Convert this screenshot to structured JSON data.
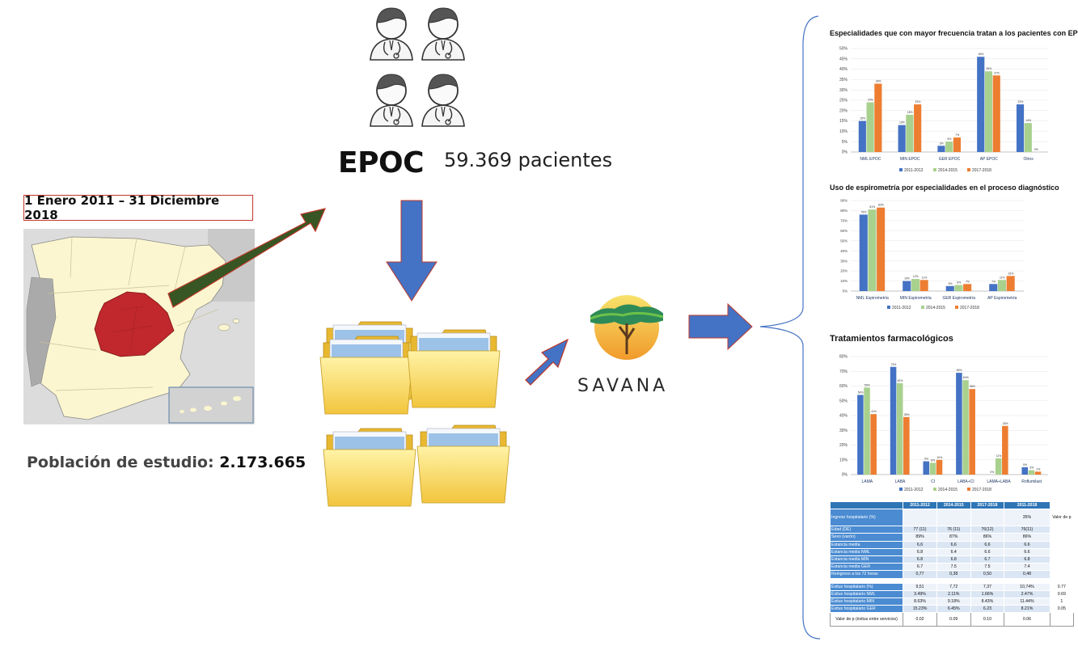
{
  "left": {
    "date_range": "1 Enero 2011 – 31 Diciembre 2018",
    "population_label": "Población de estudio:",
    "population_value": "2.173.665"
  },
  "center": {
    "epoc_title": "EPOC",
    "patients": "59.369 pacientes",
    "brand": "SAVANA"
  },
  "icons": {
    "doctor": "doctor-icon",
    "folder": "folder-icon",
    "map": "spain-map-icon",
    "logo": "savana-logo-icon"
  },
  "colors": {
    "s2011": "#4472c4",
    "s2014": "#a9d18e",
    "s2017": "#ed7d31",
    "flow_arrow": "#4472c4",
    "map_arrow": "#375623",
    "region": "#c0282d"
  },
  "chart_data": [
    {
      "type": "bar",
      "title": "Especialidades que con mayor frecuencia tratan a los pacientes con EPOC",
      "categories": [
        "NML EPOC",
        "MIN EPOC",
        "GER EPOC",
        "AP EPOC",
        "Otros"
      ],
      "series": [
        {
          "name": "2011-2012",
          "values": [
            15,
            13,
            3,
            46,
            23
          ]
        },
        {
          "name": "2014-2015",
          "values": [
            24,
            18,
            5,
            39,
            14
          ]
        },
        {
          "name": "2017-2018",
          "values": [
            33,
            23,
            7,
            37,
            0
          ]
        }
      ],
      "value_labels": [
        [
          "15%",
          "13%",
          "3%",
          "46%",
          "23%"
        ],
        [
          "24%",
          "18%",
          "5%",
          "39%",
          "14%"
        ],
        [
          "33%",
          "23%",
          "7%",
          "37%",
          "0%"
        ]
      ],
      "yticks": [
        "0%",
        "5%",
        "10%",
        "15%",
        "20%",
        "25%",
        "30%",
        "35%",
        "40%",
        "45%",
        "50%"
      ],
      "ylim": [
        0,
        50
      ],
      "legend": "bottom"
    },
    {
      "type": "bar",
      "title": "Uso de espirometría por especialidades en el proceso diagnóstico",
      "categories": [
        "NML Espirometría",
        "MIN Espirometría",
        "GER Espirometría",
        "AP Espirometría"
      ],
      "series": [
        {
          "name": "2011-2012",
          "values": [
            76,
            10,
            5,
            7
          ]
        },
        {
          "name": "2014-2015",
          "values": [
            81,
            12,
            6,
            11
          ]
        },
        {
          "name": "2017-2018",
          "values": [
            83,
            11,
            7,
            15
          ]
        }
      ],
      "value_labels": [
        [
          "76%",
          "10%",
          "5%",
          "7%"
        ],
        [
          "81%",
          "12%",
          "6%",
          "11%"
        ],
        [
          "83%",
          "11%",
          "7%",
          "15%"
        ]
      ],
      "yticks": [
        "0%",
        "10%",
        "20%",
        "30%",
        "40%",
        "50%",
        "60%",
        "70%",
        "80%",
        "90%"
      ],
      "ylim": [
        0,
        90
      ],
      "legend": "bottom"
    },
    {
      "type": "bar",
      "title": "Tratamientos farmacológicos",
      "categories": [
        "LAMA",
        "LABA",
        "CI",
        "LABA+CI",
        "LAMA+LABA",
        "Roflumilast"
      ],
      "series": [
        {
          "name": "2011-2012",
          "values": [
            54,
            73,
            9,
            69,
            0,
            5
          ]
        },
        {
          "name": "2014-2015",
          "values": [
            59,
            62,
            8,
            64,
            11,
            3
          ]
        },
        {
          "name": "2017-2018",
          "values": [
            41,
            39,
            10,
            58,
            33,
            2
          ]
        }
      ],
      "value_labels": [
        [
          "54%",
          "73%",
          "9%",
          "69%",
          "0%",
          "5%"
        ],
        [
          "59%",
          "62%",
          "8%",
          "64%",
          "11%",
          "3%"
        ],
        [
          "41%",
          "39%",
          "10%",
          "58%",
          "33%",
          "2%"
        ]
      ],
      "yticks": [
        "0%",
        "10%",
        "20%",
        "30%",
        "40%",
        "50%",
        "60%",
        "70%",
        "80%"
      ],
      "ylim": [
        0,
        80
      ],
      "legend": "bottom"
    }
  ],
  "table": {
    "headers": [
      "",
      "2011-2012",
      "2014-2015",
      "2017-2018",
      "2011-2018",
      ""
    ],
    "rows": [
      {
        "label": "Ingreso hospitalario (%)",
        "cells": [
          "",
          "",
          "",
          "35%",
          "Valor de p"
        ],
        "tall": true
      },
      {
        "label": "Edad (DE)",
        "cells": [
          "77 (11)",
          "76 (11)",
          "76(12)",
          "76(11)",
          ""
        ]
      },
      {
        "label": "Sexo (varón)",
        "cells": [
          "89%",
          "87%",
          "86%",
          "86%",
          ""
        ]
      },
      {
        "label": "Estancia media",
        "cells": [
          "6,6",
          "6,6",
          "6,6",
          "6.6",
          ""
        ]
      },
      {
        "label": "Estancia media NML",
        "cells": [
          "6.8",
          "6.4",
          "6.6",
          "6.6",
          ""
        ]
      },
      {
        "label": "Estancia media MIN",
        "cells": [
          "6.8",
          "6.8",
          "6.7",
          "6.8",
          ""
        ]
      },
      {
        "label": "Estancia media GER",
        "cells": [
          "6.7",
          "7.5",
          "7.5",
          "7.4",
          ""
        ]
      },
      {
        "label": "Reingreso a los 72 horas",
        "cells": [
          "0,77",
          "0,38",
          "0,50",
          "0,48",
          ""
        ]
      },
      {
        "label": "Éxitus hospitalario (%)",
        "cells": [
          "9,51",
          "7,72",
          "7,37",
          "10,74%",
          "0.77"
        ],
        "gap": true
      },
      {
        "label": "Éxitus hospitalario NML",
        "cells": [
          "3.49%",
          "2.11%",
          "1.66%",
          "2.47%",
          "0.69"
        ]
      },
      {
        "label": "Éxitus hospitalario MIN",
        "cells": [
          "8.63%",
          "9.18%",
          "8.43%",
          "11.44%",
          "1"
        ]
      },
      {
        "label": "Éxitus hospitalario GER",
        "cells": [
          "15.23%",
          "6.45%",
          "6.23",
          "8.21%",
          "0.05"
        ]
      },
      {
        "label": "Valor de p (éxitus entre servicios)",
        "cells": [
          "0.02",
          "0.09",
          "0.10",
          "0.06",
          ""
        ],
        "last": true
      }
    ]
  }
}
